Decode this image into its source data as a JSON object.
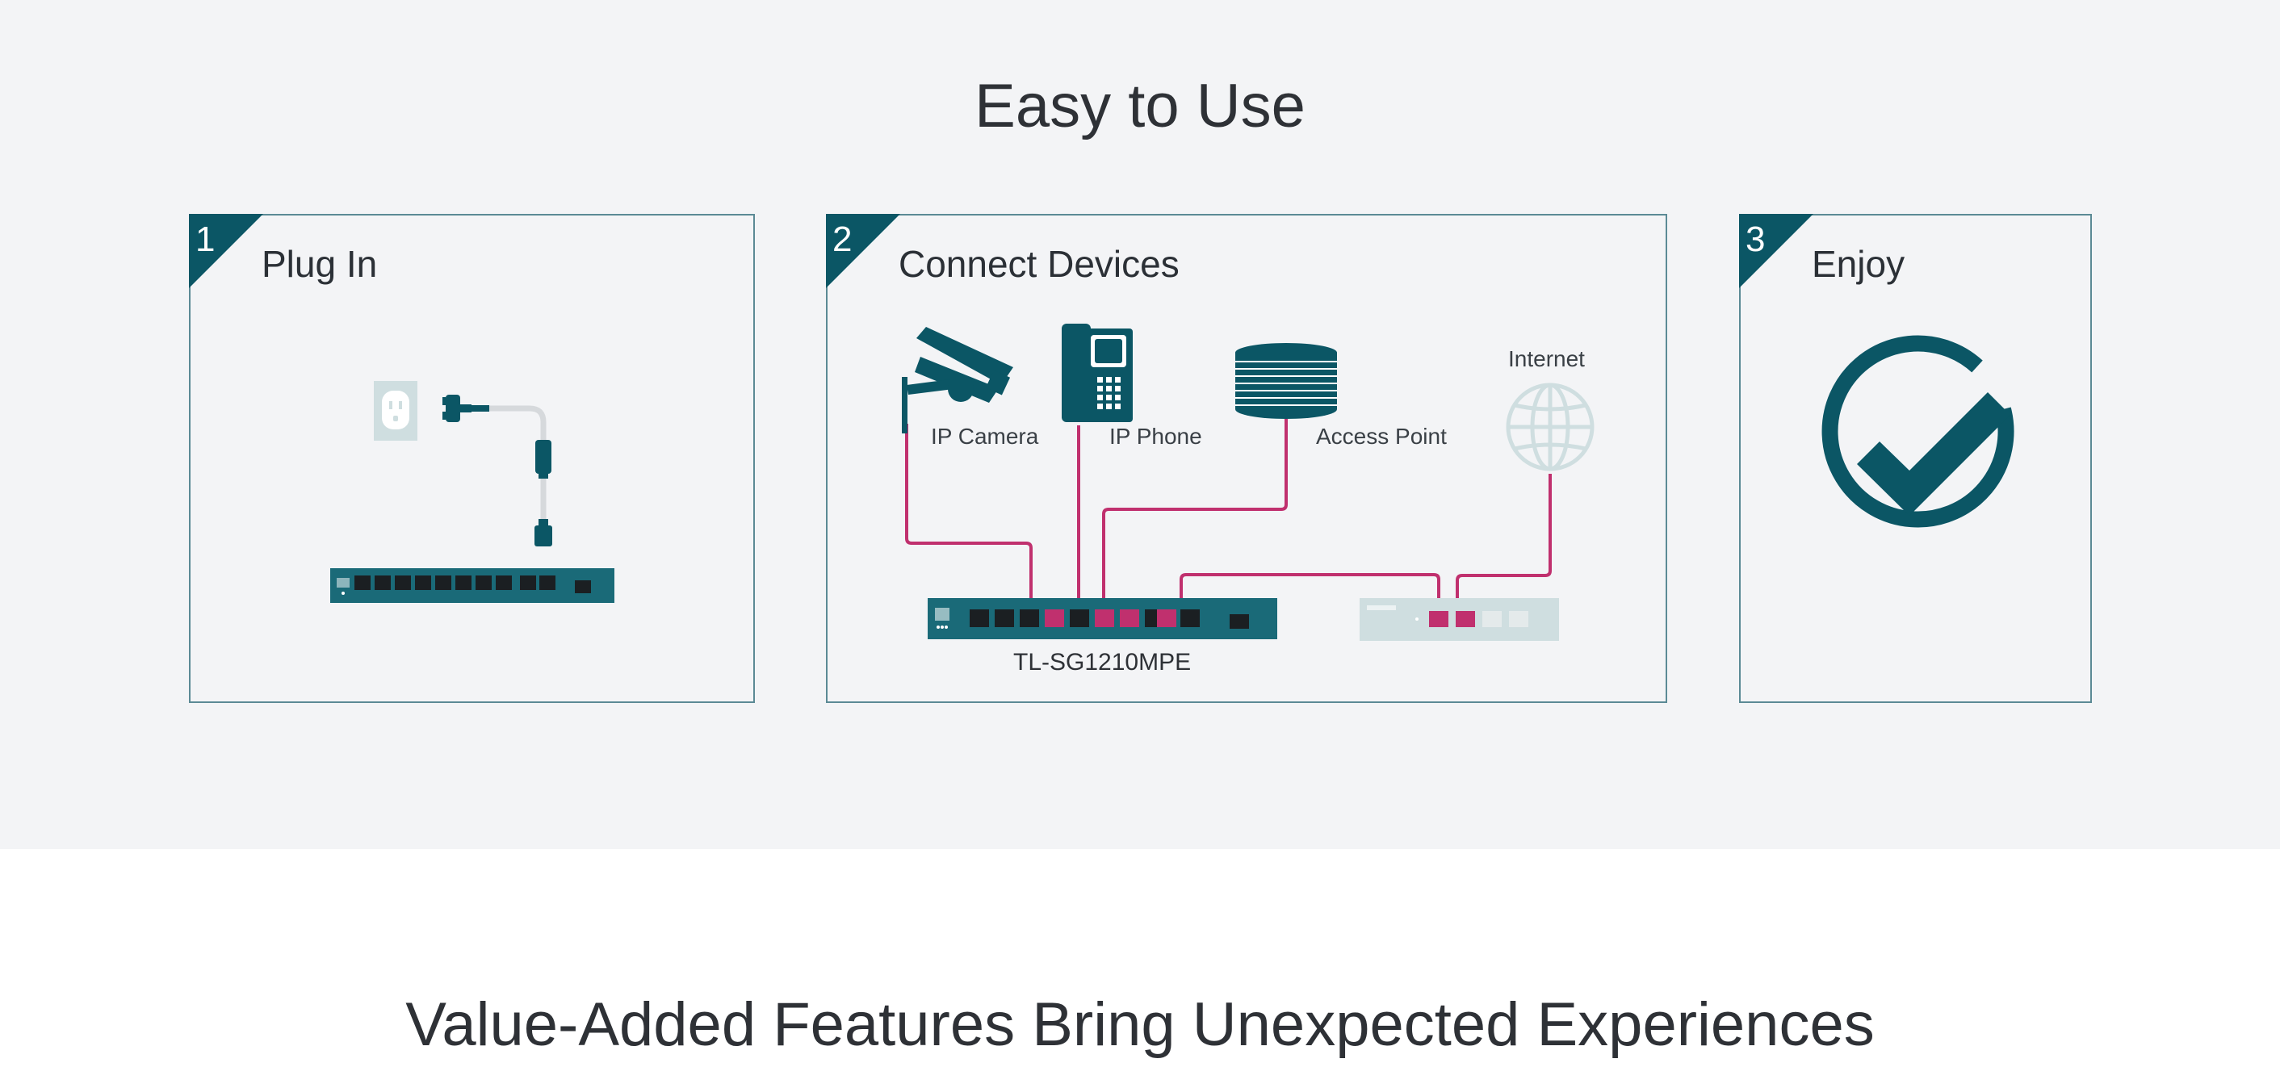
{
  "sections": {
    "easy_title": "Easy to Use",
    "value_title": "Value-Added Features Bring Unexpected Experiences"
  },
  "steps": [
    {
      "number": "1",
      "title": "Plug In"
    },
    {
      "number": "2",
      "title": "Connect Devices"
    },
    {
      "number": "3",
      "title": "Enjoy"
    }
  ],
  "diagram": {
    "devices": [
      "IP Camera",
      "IP Phone",
      "Access Point",
      "Internet"
    ],
    "model": "TL-SG1210MPE"
  },
  "colors": {
    "accent": "#0b5665",
    "cable": "#c0306e",
    "section_bg": "#f3f4f6",
    "border": "#5b8a95",
    "light_device": "#cfdee0"
  }
}
